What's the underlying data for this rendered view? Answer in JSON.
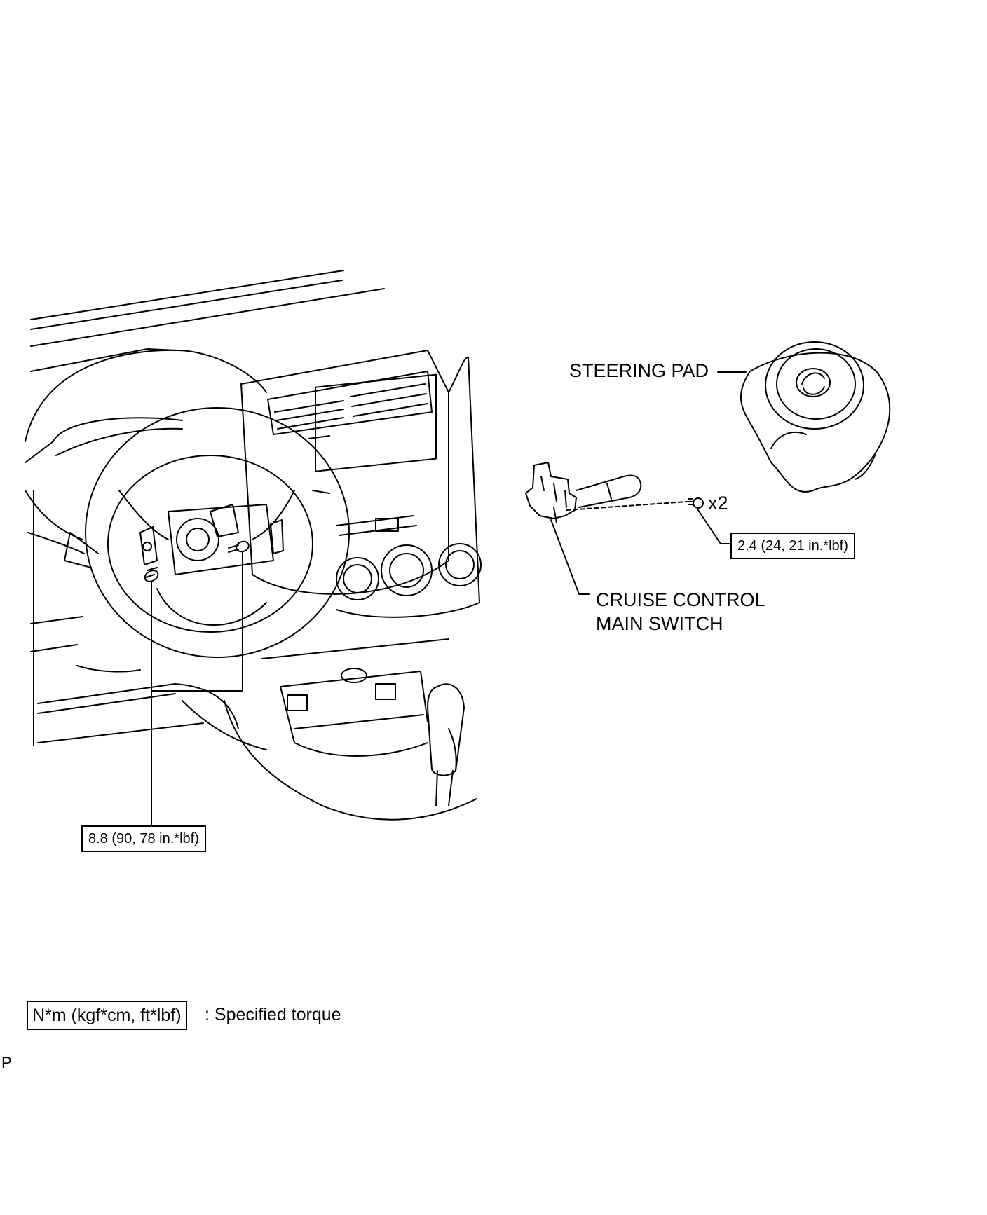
{
  "labels": {
    "steering_pad": "STEERING PAD",
    "cruise_line1": "CRUISE CONTROL",
    "cruise_line2": "MAIN SWITCH",
    "qty": "x2",
    "torque_small": "2.4 (24, 21 in.*lbf)",
    "torque_large": "8.8 (90, 78 in.*lbf)"
  },
  "legend": {
    "box": "N*m (kgf*cm, ft*lbf)",
    "text": ": Specified torque"
  },
  "corner_code": "P"
}
